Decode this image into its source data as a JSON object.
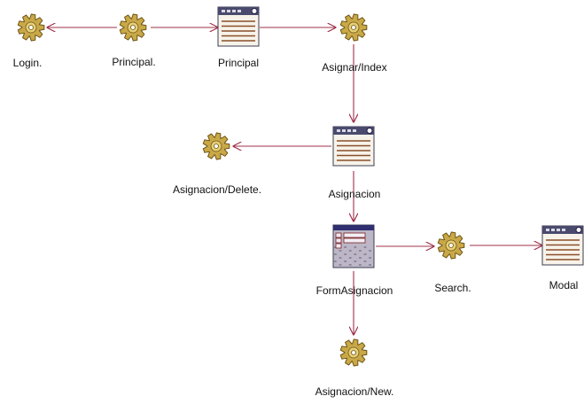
{
  "diagram": {
    "colors": {
      "edge": "#a0304a",
      "gear_fill": "#c9a848",
      "gear_stroke": "#6e5412",
      "page_header": "#4a4a6e",
      "page_lines": "#8a4f2a",
      "page_fill": "#f7f3ea"
    },
    "nodes": [
      {
        "id": "login",
        "type": "server-page",
        "icon": "gear-icon",
        "label": "Login."
      },
      {
        "id": "principal_server",
        "type": "server-page",
        "icon": "gear-icon",
        "label": "Principal."
      },
      {
        "id": "principal_client",
        "type": "client-page",
        "icon": "page-icon",
        "label": "Principal"
      },
      {
        "id": "asignar_index",
        "type": "server-page",
        "icon": "gear-icon",
        "label": "Asignar/Index"
      },
      {
        "id": "asignacion",
        "type": "client-page",
        "icon": "page-icon",
        "label": "Asignacion"
      },
      {
        "id": "asignacion_delete",
        "type": "server-page",
        "icon": "gear-icon",
        "label": "Asignacion/Delete."
      },
      {
        "id": "form_asignacion",
        "type": "form",
        "icon": "form-icon",
        "label": "FormAsignacion"
      },
      {
        "id": "search",
        "type": "server-page",
        "icon": "gear-icon",
        "label": "Search."
      },
      {
        "id": "modal",
        "type": "client-page",
        "icon": "page-icon",
        "label": "Modal"
      },
      {
        "id": "asignacion_new",
        "type": "server-page",
        "icon": "gear-icon",
        "label": "Asignacion/New."
      }
    ],
    "edges": [
      {
        "from": "principal_server",
        "to": "login"
      },
      {
        "from": "principal_server",
        "to": "principal_client"
      },
      {
        "from": "principal_client",
        "to": "asignar_index"
      },
      {
        "from": "asignar_index",
        "to": "asignacion"
      },
      {
        "from": "asignacion",
        "to": "asignacion_delete"
      },
      {
        "from": "asignacion",
        "to": "form_asignacion"
      },
      {
        "from": "form_asignacion",
        "to": "search"
      },
      {
        "from": "search",
        "to": "modal"
      },
      {
        "from": "form_asignacion",
        "to": "asignacion_new"
      }
    ]
  }
}
